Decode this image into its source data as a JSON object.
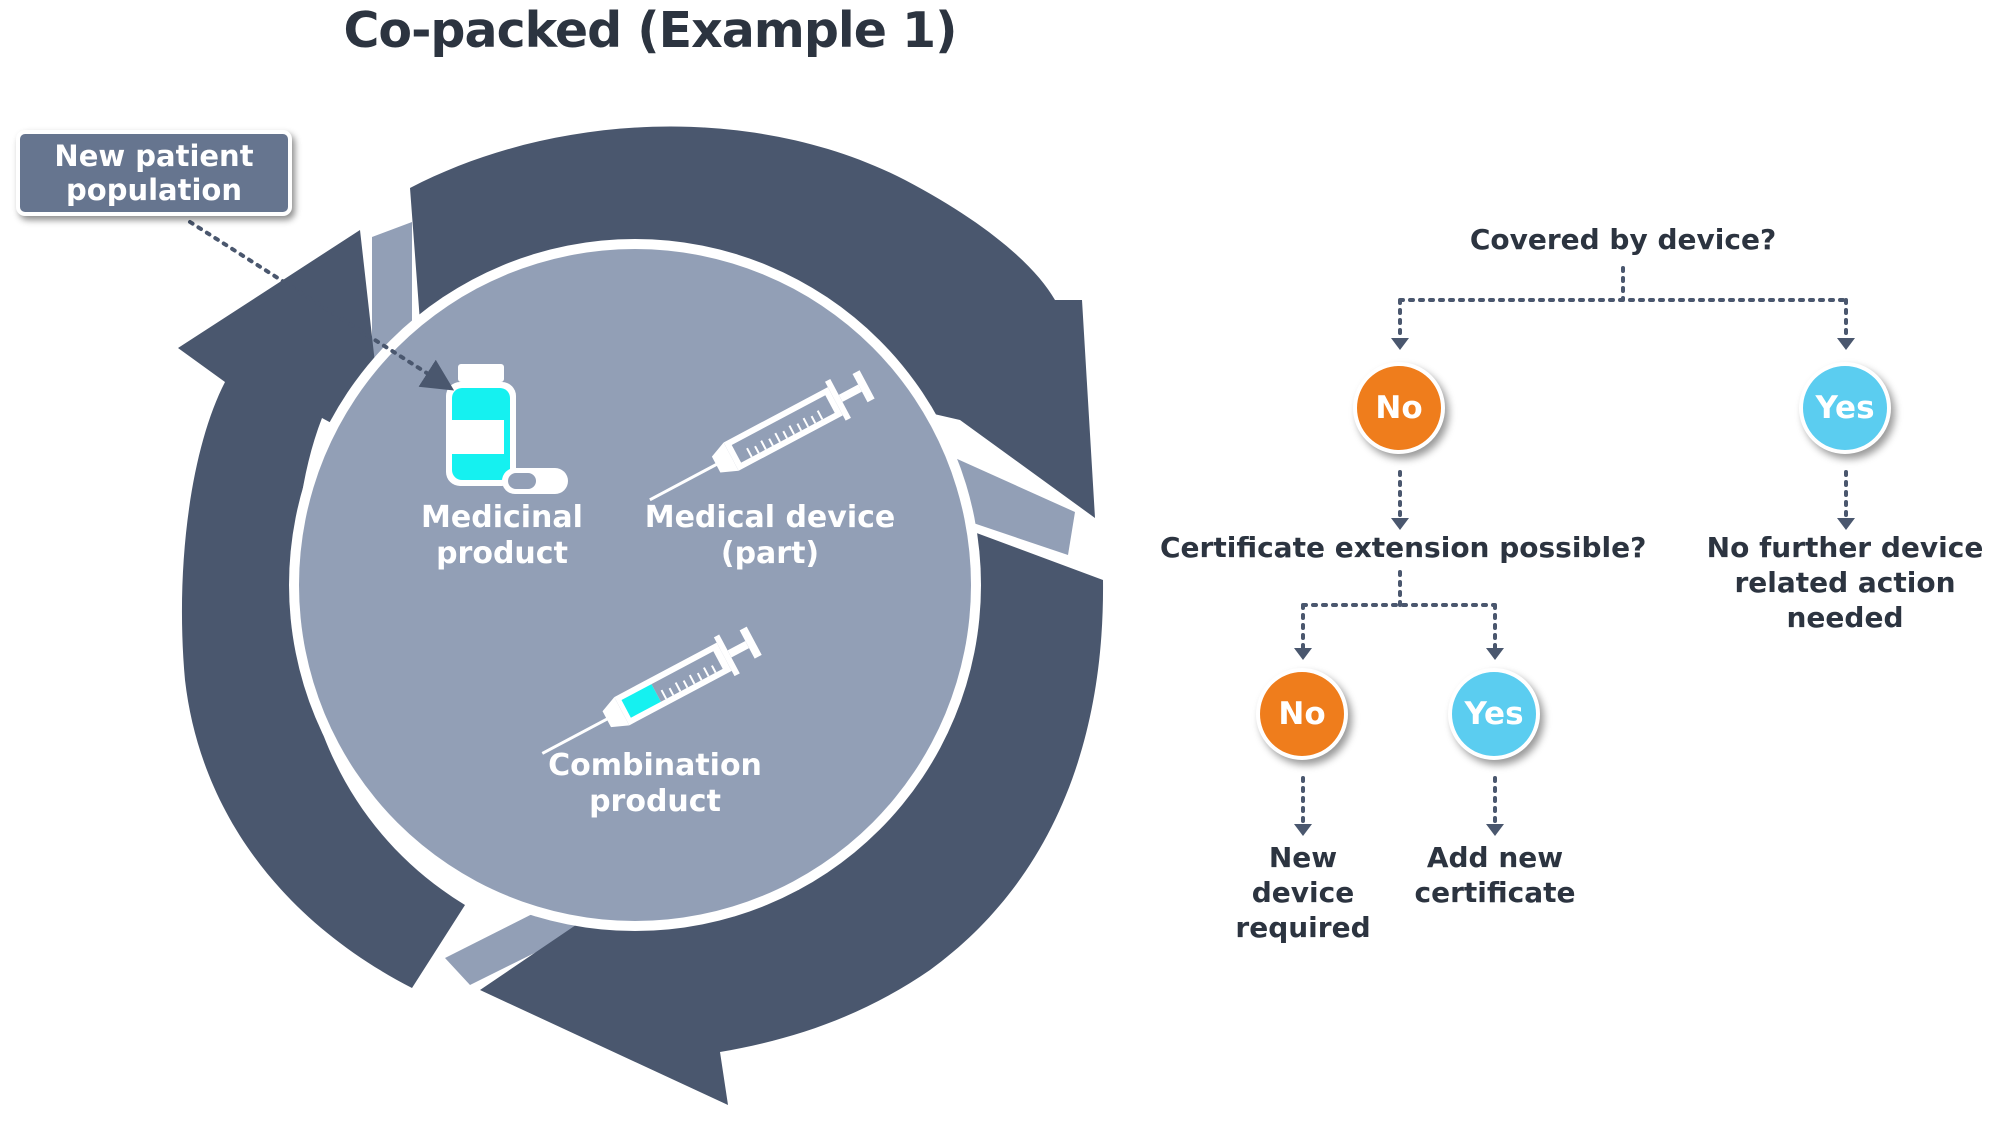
{
  "title": "Co-packed (Example 1)",
  "tag_label": "New patient population",
  "circle": {
    "medicinal_product": "Medicinal product",
    "medical_device": "Medical device (part)",
    "combination_product": "Combination product"
  },
  "flow": {
    "question_1": "Covered by device?",
    "no_1": "No",
    "yes_1": "Yes",
    "question_2": "Certificate extension possible?",
    "outcome_yes_1": "No further device related action needed",
    "no_2": "No",
    "yes_2": "Yes",
    "outcome_no_2": "New device required",
    "outcome_yes_2": "Add new certificate"
  },
  "colors": {
    "dark_arrow": "#4a576e",
    "inner_circle": "#929fb6",
    "no_node": "#ef7d1c",
    "yes_node": "#5bcdf0",
    "accent_cyan": "#15f1f0"
  },
  "icons": [
    "medicine-bottle-icon",
    "pill-capsule-icon",
    "syringe-icon",
    "syringe-filled-icon"
  ]
}
